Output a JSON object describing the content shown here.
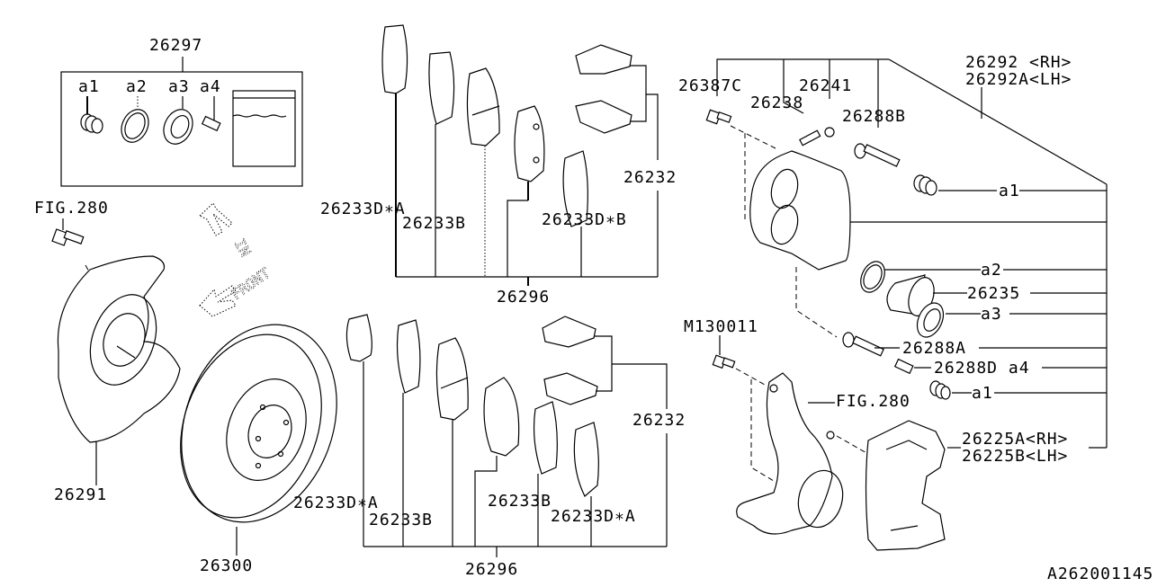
{
  "diagram": {
    "title": "Front Brake Assembly Parts Diagram",
    "figure_id": "A262001145",
    "direction_indicators": [
      {
        "name": "in",
        "text": "IN"
      },
      {
        "name": "front",
        "text": "FRONT"
      }
    ],
    "seal_kit": {
      "part_number": "26297",
      "items": [
        "a1",
        "a2",
        "a3",
        "a4"
      ]
    },
    "labels": {
      "fig280_left": "FIG.280",
      "dust_shield": "26291",
      "rotor": "26300",
      "pad_kit_upper": "26296",
      "pad_kit_lower": "26296",
      "shim_a_upper": "26233D∗A",
      "shim_b_upper": "26233B",
      "shim_b2_upper": "26233D∗B",
      "clip_upper": "26232",
      "shim_a_lower": "26233D∗A",
      "shim_b_lower": "26233B",
      "shim_b2_lower": "26233B",
      "shim_a2_lower": "26233D∗A",
      "clip_lower": "26232",
      "bolt_26387c": "26387C",
      "bleeder_26238": "26238",
      "cap_26241": "26241",
      "pin_26288b": "26288B",
      "caliper_rh": "26292 <RH>",
      "caliper_lh": "26292A<LH>",
      "a1_top": "a1",
      "a2": "a2",
      "piston_26235": "26235",
      "a3": "a3",
      "pin_26288a": "26288A",
      "pin_26288d": "26288D a4",
      "a1_bottom": "a1",
      "bolt_m130011": "M130011",
      "fig280_right": "FIG.280",
      "support_rh": "26225A<RH>",
      "support_lh": "26225B<LH>"
    }
  }
}
